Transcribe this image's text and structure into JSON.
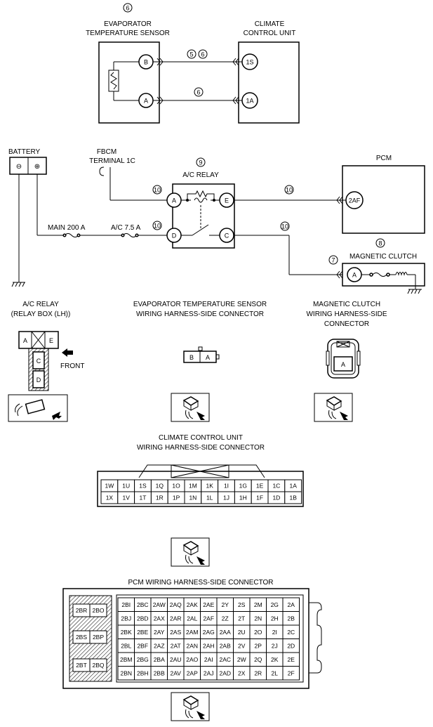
{
  "evap": {
    "callout": "6",
    "title_line1": "EVAPORATOR",
    "title_line2": "TEMPERATURE SENSOR",
    "pin_b": "B",
    "pin_a": "A"
  },
  "ccu": {
    "title_line1": "CLIMATE",
    "title_line2": "CONTROL UNIT",
    "pin_1s": "1S",
    "pin_1a": "1A"
  },
  "wire_callouts": {
    "w_b_1": "5",
    "w_b_2": "6",
    "w_a": "6"
  },
  "battery": {
    "title": "BATTERY",
    "neg": "⊖",
    "pos": "⊕"
  },
  "fbcm": {
    "line1": "FBCM",
    "line2": "TERMINAL 1C"
  },
  "relay": {
    "callout": "9",
    "title": "A/C RELAY",
    "pin_a": "A",
    "pin_e": "E",
    "pin_d": "D",
    "pin_c": "C",
    "c_a": "10",
    "c_d": "10",
    "c_e": "10",
    "c_c": "10"
  },
  "fuses": {
    "main": "MAIN 200 A",
    "ac": "A/C 7.5 A"
  },
  "pcm": {
    "title": "PCM",
    "pin": "2AF"
  },
  "clutch": {
    "callout": "8",
    "callout2": "7",
    "title": "MAGNETIC CLUTCH",
    "pin": "A"
  },
  "bottom_labels": {
    "relay_conn_l1": "A/C RELAY",
    "relay_conn_l2": "(RELAY BOX (LH))",
    "front": "FRONT",
    "relay_pins": {
      "a": "A",
      "e": "E",
      "c": "C",
      "d": "D"
    },
    "evap_conn_l1": "EVAPORATOR TEMPERATURE SENSOR",
    "evap_conn_l2": "WIRING HARNESS-SIDE CONNECTOR",
    "evap_pins": {
      "b": "B",
      "a": "A"
    },
    "clutch_conn_l1": "MAGNETIC CLUTCH",
    "clutch_conn_l2": "WIRING HARNESS-SIDE",
    "clutch_conn_l3": "CONNECTOR",
    "clutch_pin": "A",
    "ccu_conn_l1": "CLIMATE CONTROL UNIT",
    "ccu_conn_l2": "WIRING HARNESS-SIDE CONNECTOR",
    "pcm_conn": "PCM WIRING HARNESS-SIDE CONNECTOR"
  },
  "ccu_grid": [
    [
      "1W",
      "1U",
      "1S",
      "1Q",
      "1O",
      "1M",
      "1K",
      "1I",
      "1G",
      "1E",
      "1C",
      "1A"
    ],
    [
      "1X",
      "1V",
      "1T",
      "1R",
      "1P",
      "1N",
      "1L",
      "1J",
      "1H",
      "1F",
      "1D",
      "1B"
    ]
  ],
  "pcm_side": [
    "2BR",
    "2BO",
    "2BS",
    "2BP",
    "2BT",
    "2BQ"
  ],
  "pcm_grid": [
    [
      "2BI",
      "2BC",
      "2AW",
      "2AQ",
      "2AK",
      "2AE",
      "2Y",
      "2S",
      "2M",
      "2G",
      "2A"
    ],
    [
      "2BJ",
      "2BD",
      "2AX",
      "2AR",
      "2AL",
      "2AF",
      "2Z",
      "2T",
      "2N",
      "2H",
      "2B"
    ],
    [
      "2BK",
      "2BE",
      "2AY",
      "2AS",
      "2AM",
      "2AG",
      "2AA",
      "2U",
      "2O",
      "2I",
      "2C"
    ],
    [
      "2BL",
      "2BF",
      "2AZ",
      "2AT",
      "2AN",
      "2AH",
      "2AB",
      "2V",
      "2P",
      "2J",
      "2D"
    ],
    [
      "2BM",
      "2BG",
      "2BA",
      "2AU",
      "2AO",
      "2AI",
      "2AC",
      "2W",
      "2Q",
      "2K",
      "2E"
    ],
    [
      "2BN",
      "2BH",
      "2BB",
      "2AV",
      "2AP",
      "2AJ",
      "2AD",
      "2X",
      "2R",
      "2L",
      "2F"
    ]
  ]
}
